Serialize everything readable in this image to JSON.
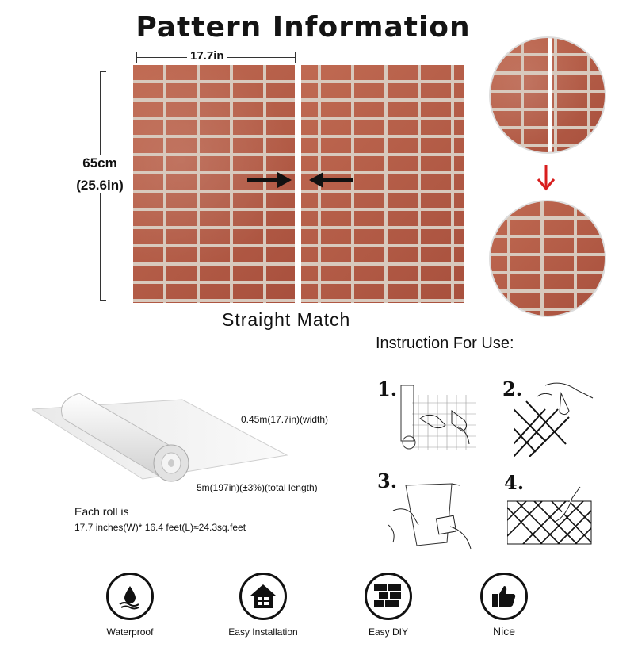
{
  "title": "Pattern Information",
  "width_label": "17.7in",
  "height_label_cm": "65cm",
  "height_label_in": "(25.6in)",
  "match_label": "Straight Match",
  "instruction_title": "Instruction For Use:",
  "roll": {
    "width_label": "0.45m(17.7in)(width)",
    "length_label": "5m(197in)(±3%)(total length)",
    "each_roll_label": "Each roll is",
    "each_roll_detail": "17.7 inches(W)* 16.4 feet(L)≈24.3sq.feet"
  },
  "steps": [
    {
      "num": "1."
    },
    {
      "num": "2."
    },
    {
      "num": "3."
    },
    {
      "num": "4."
    }
  ],
  "features": [
    {
      "label": "Waterproof",
      "icon": "water-drop-icon"
    },
    {
      "label": "Easy Installation",
      "icon": "house-icon"
    },
    {
      "label": "Easy DIY",
      "icon": "brick-wall-icon"
    },
    {
      "label": "Nice",
      "icon": "thumbs-up-icon"
    }
  ],
  "colors": {
    "brick": "#b9614a",
    "mortar": "#d8c9bd",
    "arrow_red": "#d81e1e"
  }
}
